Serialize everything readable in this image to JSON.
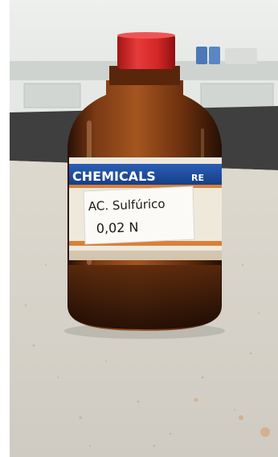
{
  "photo": {
    "brand_text": "CHEMICALS",
    "brand_text_tail": "RE",
    "handwritten_line1": "AC. Sulfúrico",
    "handwritten_line2": "0,02 N",
    "colors": {
      "wall": "#e8ece8",
      "cap": "#d62a2a",
      "glass": "#6a2f0e",
      "label_blue": "#1f4fa0",
      "label_orange": "#d9803a",
      "countertop": "#d7d3c9",
      "bench": "#4a4a4a"
    }
  }
}
